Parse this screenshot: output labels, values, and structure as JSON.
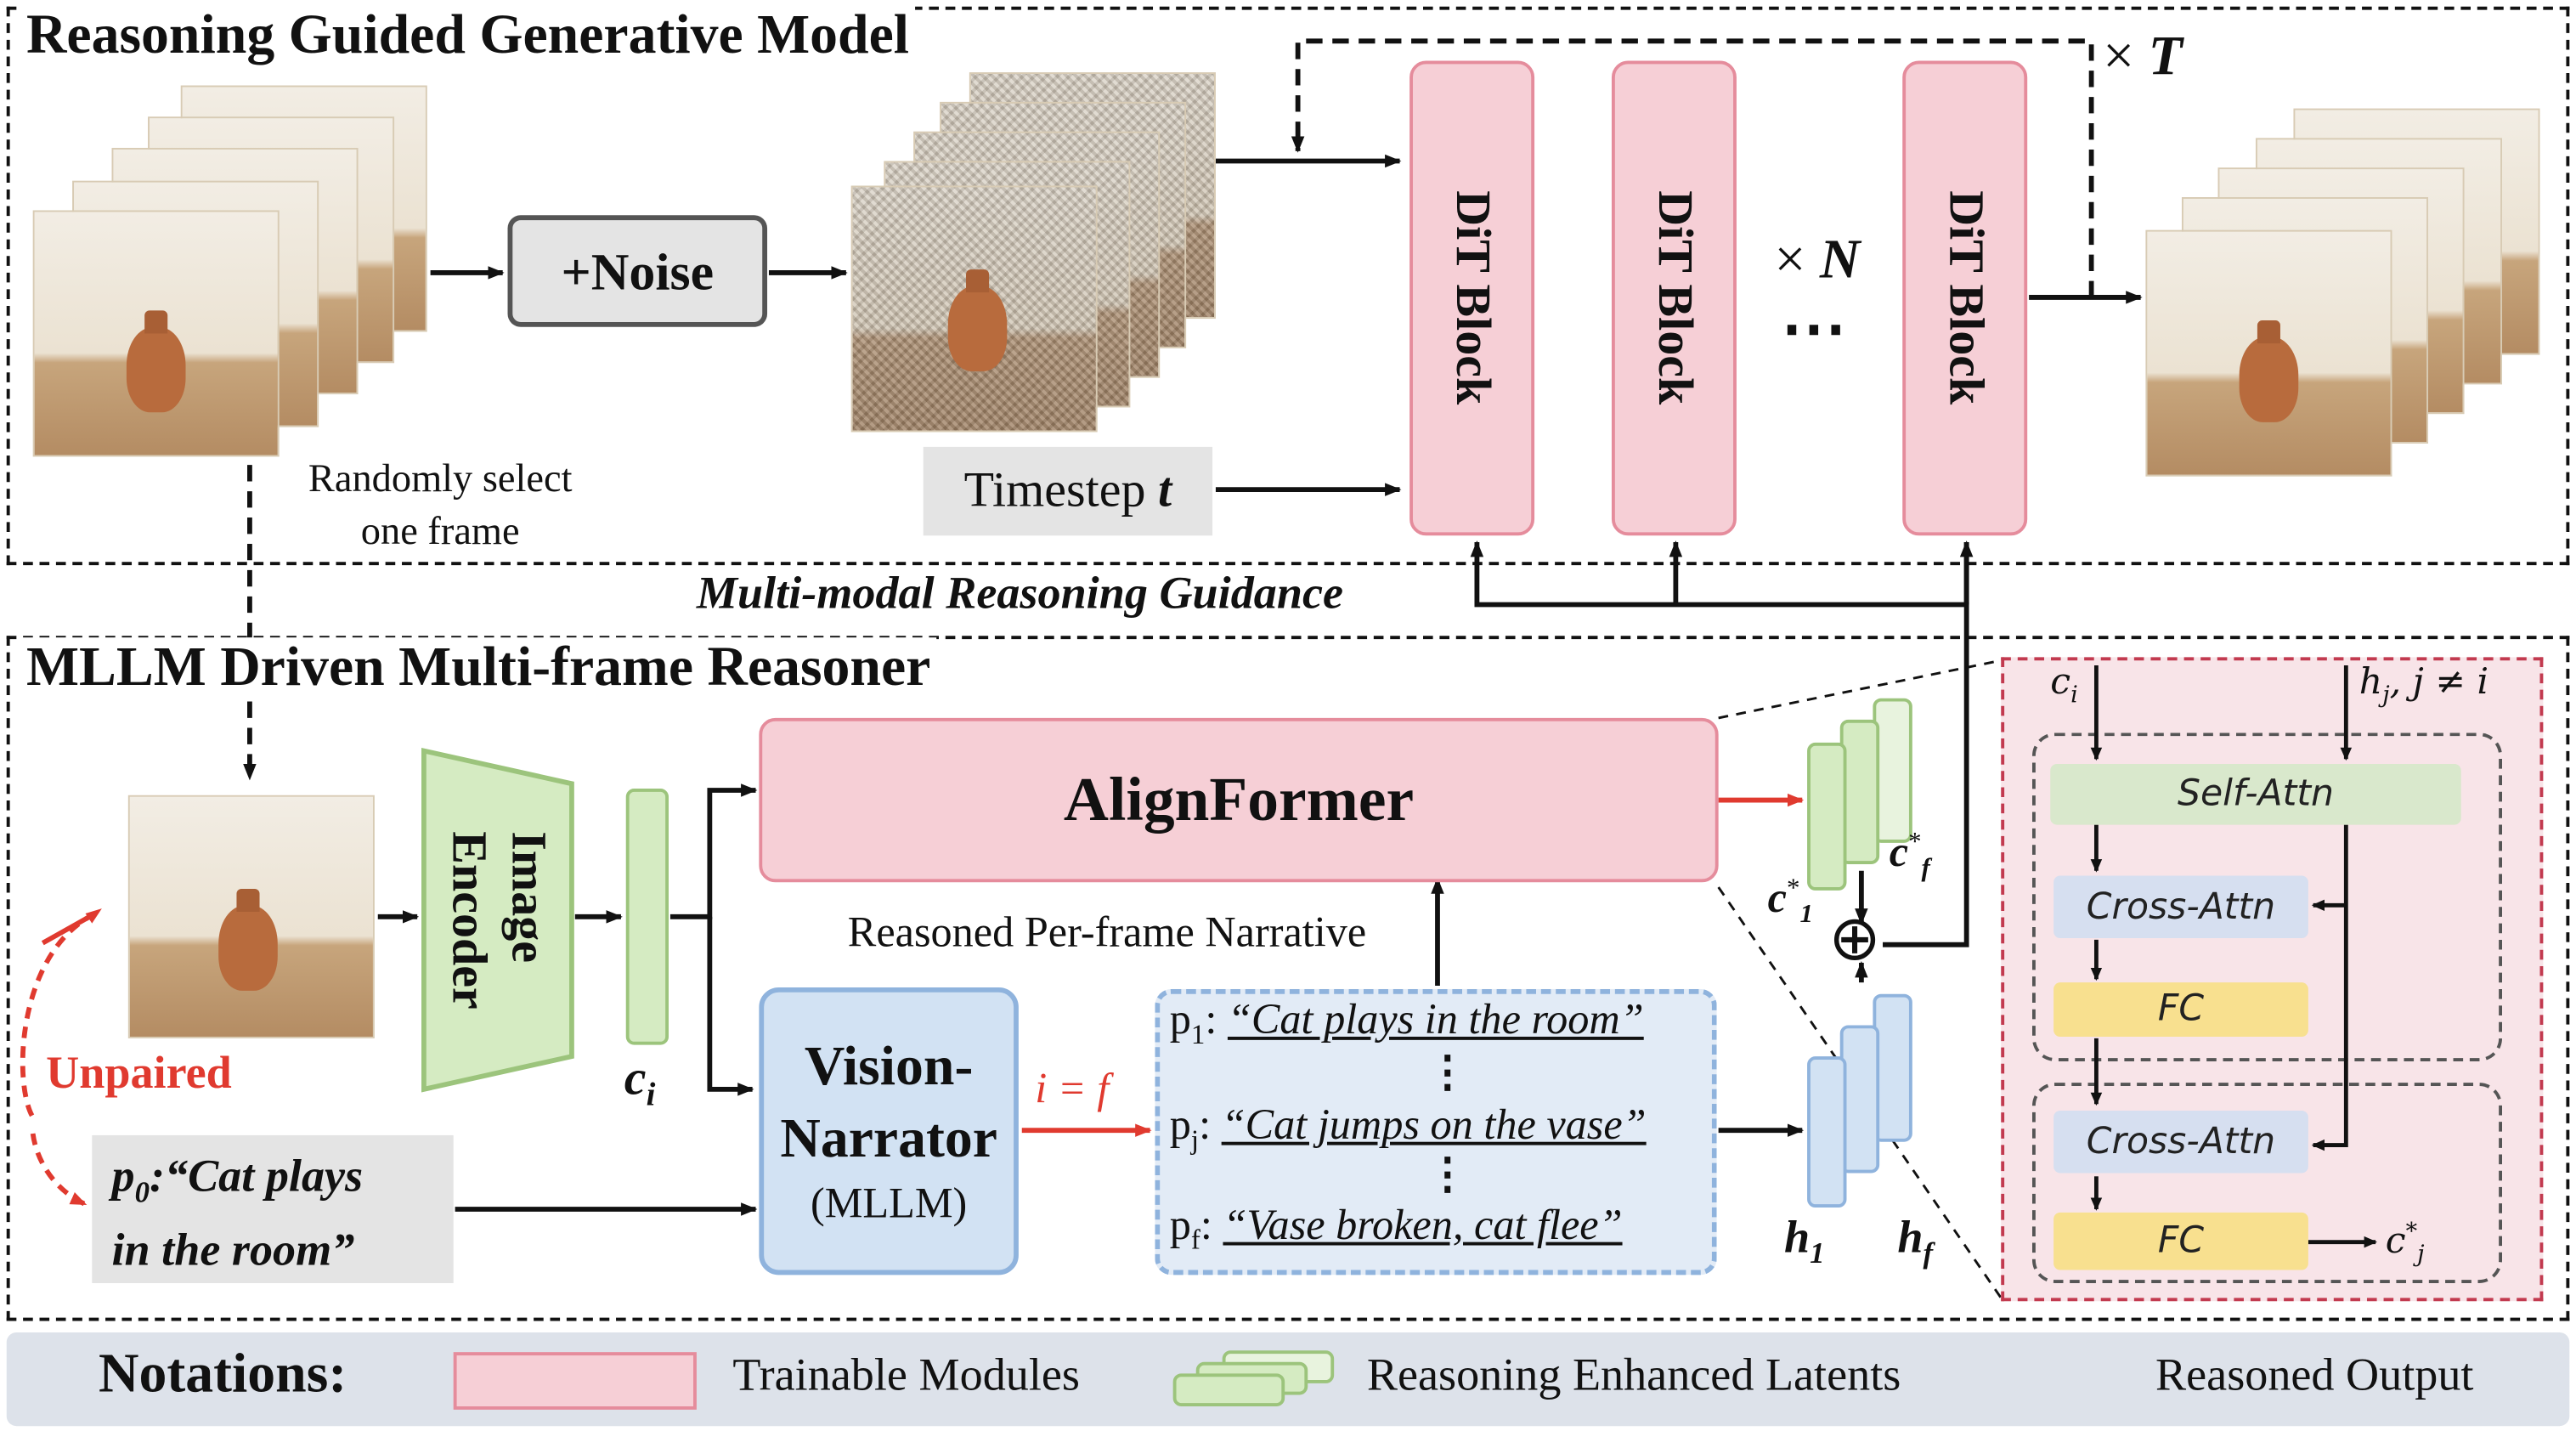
{
  "top_panel": {
    "title": "Reasoning Guided Generative Model"
  },
  "bottom_panel": {
    "title": "MLLM Driven Multi-frame Reasoner"
  },
  "noise_box": {
    "label": "+Noise"
  },
  "random_select": {
    "line1": "Randomly select",
    "line2": "one frame"
  },
  "timestep": {
    "prefix": "Timestep ",
    "var": "t"
  },
  "dit_blocks": [
    {
      "label": "DiT Block"
    },
    {
      "label": "DiT Block"
    },
    {
      "label": "DiT Block"
    }
  ],
  "repeat_n": {
    "times": "×",
    "var": "N",
    "dots": "⋯"
  },
  "repeat_t": {
    "times": "×",
    "var": "T"
  },
  "guidance_label": "Multi-modal Reasoning Guidance",
  "image_encoder": {
    "line1": "Image",
    "line2": "Encoder"
  },
  "ci_label": "c",
  "ci_sub": "i",
  "alignformer": {
    "label": "AlignFormer"
  },
  "narrative_label": "Reasoned Per-frame Narrative",
  "vision_narrator": {
    "line1": "Vision-",
    "line2": "Narrator",
    "line3": "(MLLM)"
  },
  "i_eq_f": "i = f",
  "prompts": [
    {
      "p": "p",
      "sub": "1",
      "text": "“Cat plays in the room”"
    },
    {
      "p": "p",
      "sub": "j",
      "text": "“Cat jumps on the vase”"
    },
    {
      "p": "p",
      "sub": "f",
      "text": "“Vase broken, cat flee”"
    }
  ],
  "vdots": "⋮",
  "unpaired_label": "Unpaired",
  "p0": {
    "p": "p",
    "sub": "0",
    "line1": ":“Cat plays",
    "line2": "in the room”"
  },
  "latents": {
    "c1": "c",
    "c1_sub": "1",
    "c1_sup": "*",
    "cf": "c",
    "cf_sub": "f",
    "cf_sup": "*",
    "h1": "h",
    "h1_sub": "1",
    "hf": "h",
    "hf_sub": "f"
  },
  "oplus": "⊕",
  "inset": {
    "ci": "c",
    "ci_sub": "i",
    "hj": "h",
    "hj_sub": "j",
    "hj_rest": ", j ≠ i",
    "self_attn": "Self-Attn",
    "cross_attn_1": "Cross-Attn",
    "fc_1": "FC",
    "cross_attn_2": "Cross-Attn",
    "fc_2": "FC",
    "out": "c",
    "out_sub": "j",
    "out_sup": "*"
  },
  "notations": {
    "title": "Notations:",
    "trainable": "Trainable Modules",
    "latents": "Reasoning Enhanced Latents",
    "reasoned": "Reasoned Output"
  },
  "colors": {
    "trainable_fill": "#f6cfd6",
    "trainable_border": "#e58c9c",
    "latent_green": "#d5ebc2",
    "latent_blue": "#d2e2f3",
    "arrow_red": "#e03a2f",
    "self_attn": "#d9e8cc",
    "cross_attn": "#d6dff0",
    "fc": "#f8e08f"
  }
}
